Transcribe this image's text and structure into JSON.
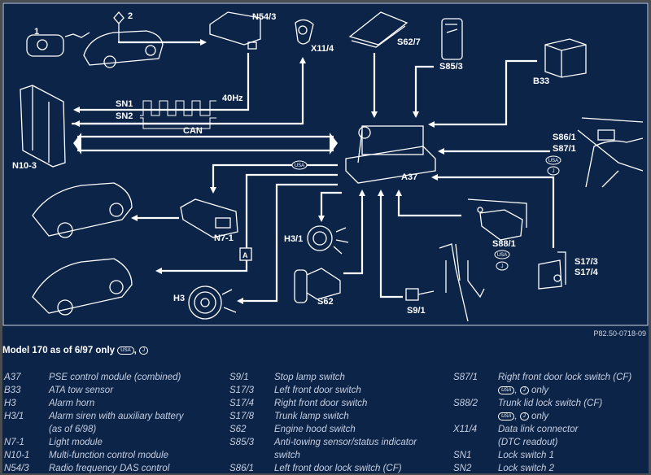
{
  "diagram": {
    "labels": {
      "fob": "1",
      "antenna": "2",
      "n54_3": "N54/3",
      "x11_4": "X11/4",
      "s62_7": "S62/7",
      "s85_3": "S85/3",
      "b33": "B33",
      "sn1": "SN1",
      "sn2": "SN2",
      "freq": "40Hz",
      "can": "CAN",
      "n10_3": "N10-3",
      "s86_1": "S86/1",
      "s87_1": "S87/1",
      "a37": "A37",
      "n7_1": "N7-1",
      "a_box": "A",
      "h3_1": "H3/1",
      "s62": "S62",
      "h3": "H3",
      "s9_1": "S9/1",
      "s88_1": "S88/1",
      "s17_3": "S17/3",
      "s17_4": "S17/4"
    },
    "badges": {
      "usa": "USA",
      "j": "J"
    },
    "reference": "P82.50-0718-09"
  },
  "legend": {
    "title": "Model 170 as of 6/97 only",
    "title_badges": [
      "USA",
      "J"
    ],
    "columns": [
      [
        {
          "code": "A37",
          "desc": "PSE control module (combined)"
        },
        {
          "code": "B33",
          "desc": "ATA tow sensor"
        },
        {
          "code": "H3",
          "desc": "Alarm horn"
        },
        {
          "code": "H3/1",
          "desc": "Alarm siren with auxiliary battery"
        },
        {
          "code": "",
          "desc": "(as of 6/98)"
        },
        {
          "code": "N7-1",
          "desc": "Light module"
        },
        {
          "code": "N10-1",
          "desc": "Multi-function control module"
        },
        {
          "code": "N54/3",
          "desc": "Radio frequency DAS control"
        }
      ],
      [
        {
          "code": "S9/1",
          "desc": "Stop lamp switch"
        },
        {
          "code": "S17/3",
          "desc": "Left front door switch"
        },
        {
          "code": "S17/4",
          "desc": "Right front door switch"
        },
        {
          "code": "S17/8",
          "desc": "Trunk lamp switch"
        },
        {
          "code": "S62",
          "desc": "Engine hood switch"
        },
        {
          "code": "S85/3",
          "desc": "Anti-towing sensor/status indicator"
        },
        {
          "code": "",
          "desc": "switch"
        },
        {
          "code": "S86/1",
          "desc": "Left front door lock switch (CF)"
        }
      ],
      [
        {
          "code": "S87/1",
          "desc": "Right front door lock switch (CF)"
        },
        {
          "code": "",
          "desc": "only"
        },
        {
          "code": "S88/2",
          "desc": "Trunk lid lock switch (CF)"
        },
        {
          "code": "",
          "desc": "only"
        },
        {
          "code": "X11/4",
          "desc": "Data link connector"
        },
        {
          "code": "",
          "desc": "(DTC readout)"
        },
        {
          "code": "SN1",
          "desc": "Lock switch 1"
        },
        {
          "code": "SN2",
          "desc": "Lock switch 2"
        }
      ]
    ]
  }
}
